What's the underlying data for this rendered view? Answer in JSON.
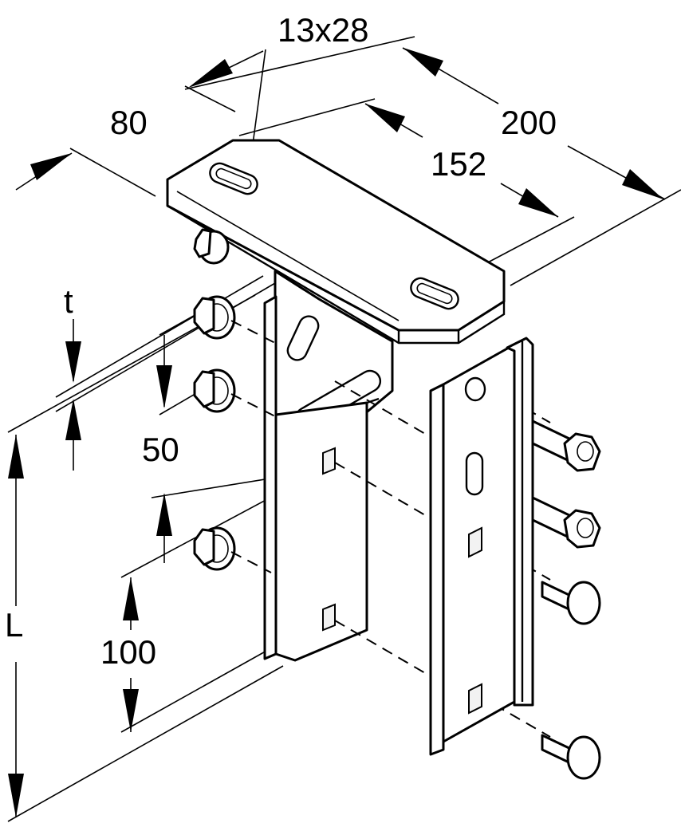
{
  "diagram": {
    "labels": {
      "slot": "13x28",
      "width": "80",
      "length_outer": "200",
      "length_inner": "152",
      "thickness": "t",
      "spacing_small": "50",
      "spacing_large": "100",
      "height": "L"
    }
  }
}
